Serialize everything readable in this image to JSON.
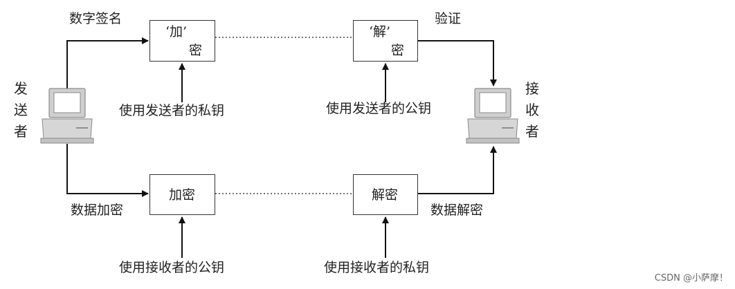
{
  "labels": {
    "digital_signature": "数字签名",
    "verify": "验证",
    "data_encrypt": "数据加密",
    "data_decrypt": "数据解密",
    "sender_private_key": "使用发送者的私钥",
    "sender_public_key": "使用发送者的公钥",
    "receiver_public_key": "使用接收者的公钥",
    "receiver_private_key": "使用接收者的私钥"
  },
  "nodes": {
    "sign_encrypt_line1": "‘加’",
    "sign_encrypt_line2": "密",
    "sign_decrypt_line1": "‘解’",
    "sign_decrypt_line2": "密",
    "encrypt": "加密",
    "decrypt": "解密"
  },
  "actors": {
    "sender": [
      "发",
      "送",
      "者"
    ],
    "receiver": [
      "接",
      "收",
      "者"
    ]
  },
  "watermark": "CSDN @小萨摩！"
}
